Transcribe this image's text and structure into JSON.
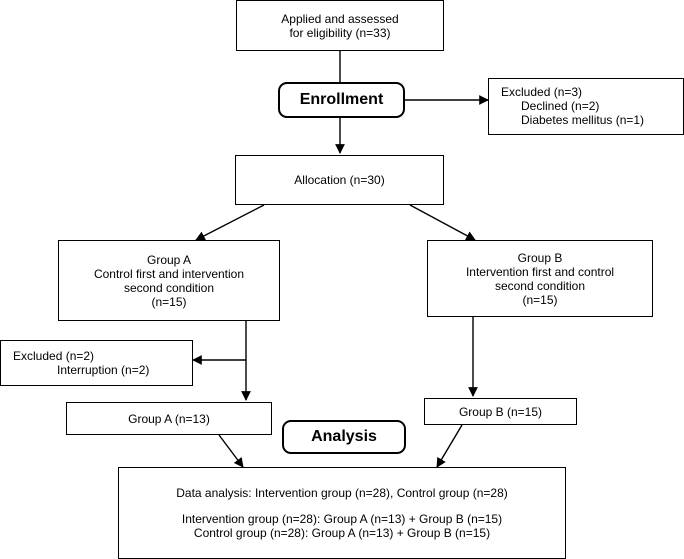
{
  "applied": {
    "line1": "Applied and assessed",
    "line2": "for eligibility (n=33)"
  },
  "enrollment_label": "Enrollment",
  "excluded_top": {
    "title": "Excluded (n=3)",
    "item1": "Declined (n=2)",
    "item2": "Diabetes mellitus (n=1)"
  },
  "allocation": "Allocation (n=30)",
  "group_a": {
    "line1": "Group A",
    "line2": "Control first and intervention",
    "line3": "second condition",
    "line4": "(n=15)"
  },
  "group_b": {
    "line1": "Group B",
    "line2": "Intervention first and control",
    "line3": "second condition",
    "line4": "(n=15)"
  },
  "excluded_left": {
    "title": "Excluded (n=2)",
    "item1": "Interruption (n=2)"
  },
  "group_a_final": "Group A (n=13)",
  "group_b_final": "Group B (n=15)",
  "analysis_label": "Analysis",
  "data_analysis": {
    "line1": "Data analysis: Intervention group (n=28), Control group (n=28)",
    "line2": "Intervention group (n=28): Group A (n=13) + Group B (n=15)",
    "line3": "Control group (n=28): Group A (n=13) + Group B (n=15)"
  }
}
